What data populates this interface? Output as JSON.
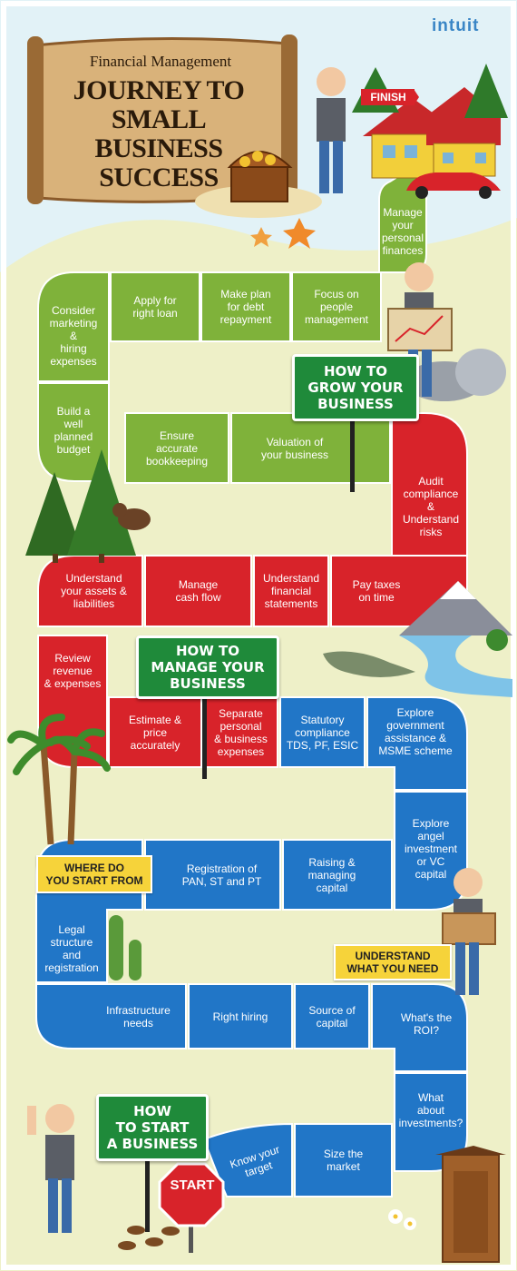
{
  "brand": {
    "logo": "intuit",
    "accent": "#3a86c6"
  },
  "title": {
    "overline": "Financial Management",
    "line1": "JOURNEY TO",
    "line2": "SMALL BUSINESS",
    "line3": "SUCCESS"
  },
  "markers": {
    "finish": "FINISH",
    "start": "START"
  },
  "signs": {
    "grow": [
      "HOW TO",
      "GROW YOUR",
      "BUSINESS"
    ],
    "manage": [
      "HOW TO",
      "MANAGE YOUR",
      "BUSINESS"
    ],
    "start": [
      "HOW",
      "TO START",
      "A BUSINESS"
    ]
  },
  "callouts": {
    "where": [
      "WHERE DO",
      "YOU START FROM"
    ],
    "understand": [
      "UNDERSTAND",
      "WHAT YOU NEED"
    ]
  },
  "colors": {
    "green": "#7fb23a",
    "red": "#d8232a",
    "blue": "#2176c7",
    "sign": "#1f8a3a",
    "callout": "#f6d33a",
    "background": "#eef0c8",
    "sky": "#e2f2f7"
  },
  "steps": {
    "green": {
      "manage_personal": [
        "Manage",
        "your",
        "personal",
        "finances"
      ],
      "focus_people": [
        "Focus on",
        "people",
        "management"
      ],
      "debt_plan": [
        "Make plan",
        "for debt",
        "repayment"
      ],
      "right_loan": [
        "Apply for",
        "right loan"
      ],
      "marketing": [
        "Consider",
        "marketing",
        "&",
        "hiring",
        "expenses"
      ],
      "budget": [
        "Build a",
        "well",
        "planned",
        "budget"
      ],
      "bookkeeping": [
        "Ensure",
        "accurate",
        "bookkeeping"
      ],
      "valuation": [
        "Valuation of",
        "your business"
      ]
    },
    "red": {
      "audit": [
        "Audit",
        "compliance",
        "&",
        "Understand",
        "risks"
      ],
      "pay_taxes": [
        "Pay taxes",
        "on time"
      ],
      "financial_statements": [
        "Understand",
        "financial",
        "statements"
      ],
      "cash_flow": [
        "Manage",
        "cash flow"
      ],
      "assets": [
        "Understand",
        "your assets &",
        "liabilities"
      ],
      "review": [
        "Review",
        "revenue",
        "& expenses"
      ],
      "estimate": [
        "Estimate &",
        "price",
        "accurately"
      ],
      "separate": [
        "Separate",
        "personal",
        "& business",
        "expenses"
      ]
    },
    "blue": {
      "statutory": [
        "Statutory",
        "compliance",
        "TDS, PF, ESIC"
      ],
      "government": [
        "Explore",
        "government",
        "assistance &",
        "MSME scheme"
      ],
      "angel": [
        "Explore",
        "angel",
        "investment",
        "or VC",
        "capital"
      ],
      "raising": [
        "Raising &",
        "managing",
        "capital"
      ],
      "registration": [
        "Registration of",
        "PAN, ST and PT"
      ],
      "legal": [
        "Legal",
        "structure",
        "and",
        "registration"
      ],
      "infrastructure": [
        "Infrastructure",
        "needs"
      ],
      "hiring": [
        "Right hiring"
      ],
      "source": [
        "Source of",
        "capital"
      ],
      "roi": [
        "What's the",
        "ROI?"
      ],
      "investments": [
        "What",
        "about",
        "investments?"
      ],
      "size_market": [
        "Size the",
        "market"
      ],
      "know_target": [
        "Know your",
        "target"
      ]
    }
  }
}
